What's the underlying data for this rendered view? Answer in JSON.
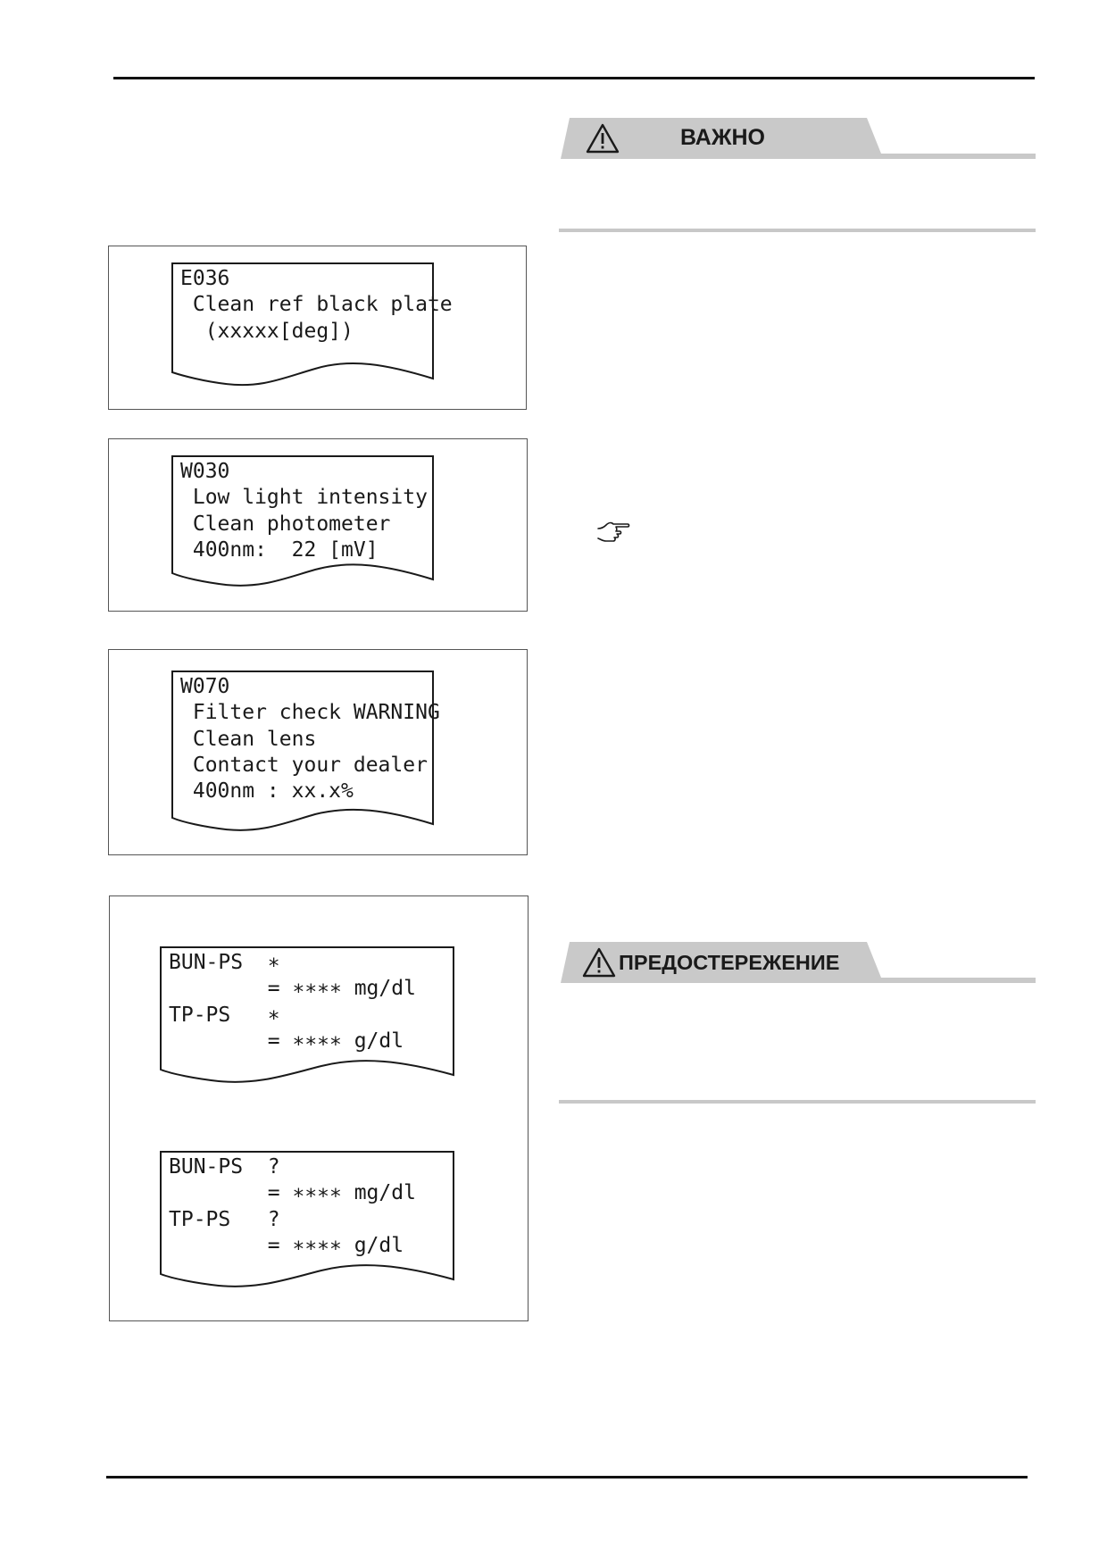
{
  "important_banner": {
    "label": "ВАЖНО",
    "icon": "warning-triangle-icon"
  },
  "caution_banner": {
    "label": "ПРЕДОСТЕРЕЖЕНИЕ",
    "icon": "warning-triangle-icon"
  },
  "pointer": {
    "icon": "pointing-hand-icon"
  },
  "slips": {
    "e036": "E036\n Clean ref black plate\n  (xxxxx[deg])",
    "w030": "W030\n Low light intensity\n Clean photometer\n 400nm:  22 [mV]",
    "w070": "W070\n Filter check WARNING\n Clean lens\n Contact your dealer\n 400nm : xx.x%",
    "result_star": "BUN-PS  ∗\n        = ∗∗∗∗ mg/dl\nTP-PS   ∗\n        = ∗∗∗∗ g/dl",
    "result_question": "BUN-PS  ?\n        = ∗∗∗∗ mg/dl\nTP-PS   ?\n        = ∗∗∗∗ g/dl"
  }
}
